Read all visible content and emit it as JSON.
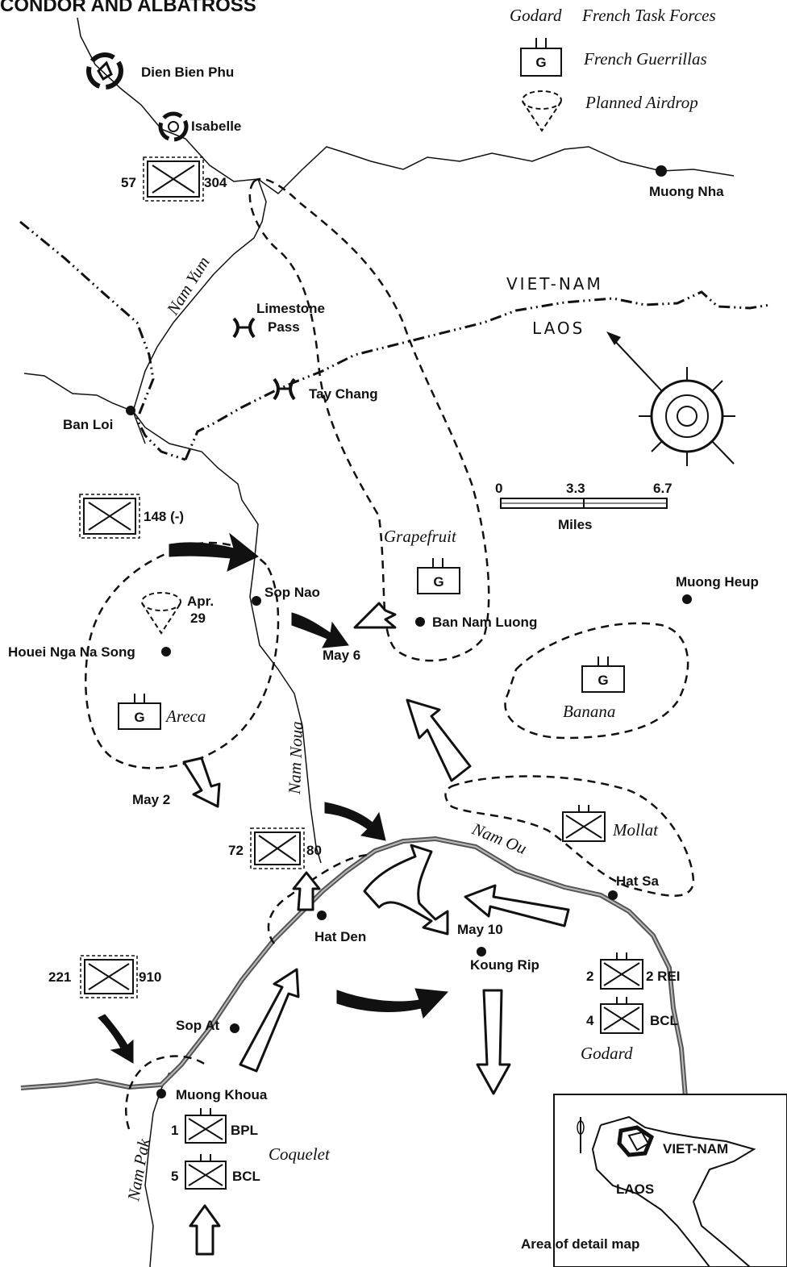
{
  "title": "CONDOR AND ALBATROSS",
  "legend": {
    "task_forces": {
      "symbol": "Godard",
      "text": "French Task Forces"
    },
    "guerrillas": {
      "symbol": "G",
      "text": "French Guerrillas"
    },
    "airdrop": {
      "text": "Planned Airdrop"
    }
  },
  "places": {
    "dien_bien_phu": "Dien Bien Phu",
    "isabelle": "Isabelle",
    "muong_nha": "Muong Nha",
    "limestone": "Limestone",
    "pass": "Pass",
    "tay_chang": "Tay Chang",
    "ban_loi": "Ban Loi",
    "sop_nao": "Sop Nao",
    "ban_nam_luong": "Ban Nam Luong",
    "muong_heup": "Muong Heup",
    "houei": "Houei Nga Na Song",
    "hat_sa": "Hat Sa",
    "hat_den": "Hat Den",
    "koung_rip": "Koung Rip",
    "sop_at": "Sop At",
    "muong_khoua": "Muong Khoua"
  },
  "countries": {
    "vietnam": "VIET-NAM",
    "laos": "LAOS"
  },
  "rivers": {
    "nam_yum": "Nam Yum",
    "nam_noua": "Nam Noua",
    "nam_ou": "Nam Ou",
    "nam_pak": "Nam Pak"
  },
  "zones": {
    "grapefruit": "Grapefruit",
    "areca": "Areca",
    "banana": "Banana",
    "mollat": "Mollat",
    "godard": "Godard",
    "coquelet": "Coquelet"
  },
  "guerrilla_symbol": "G",
  "dates": {
    "apr": "Apr.",
    "apr_day": "29",
    "may2": "May 2",
    "may6": "May 6",
    "may10": "May 10"
  },
  "units": {
    "u57": "57",
    "u304": "304",
    "u148": "148 (-)",
    "u72": "72",
    "u80": "80",
    "u221": "221",
    "u910": "910",
    "u2": "2",
    "u2rei": "2 REI",
    "u4": "4",
    "u4bcl": "BCL",
    "u1": "1",
    "u1bpl": "BPL",
    "u5": "5",
    "u5bcl": "BCL"
  },
  "scale": {
    "t0": "0",
    "t1": "3.3",
    "t2": "6.7",
    "unit": "Miles"
  },
  "inset": {
    "vietnam": "VIET-NAM",
    "laos": "LAOS",
    "caption": "Area of detail map"
  }
}
